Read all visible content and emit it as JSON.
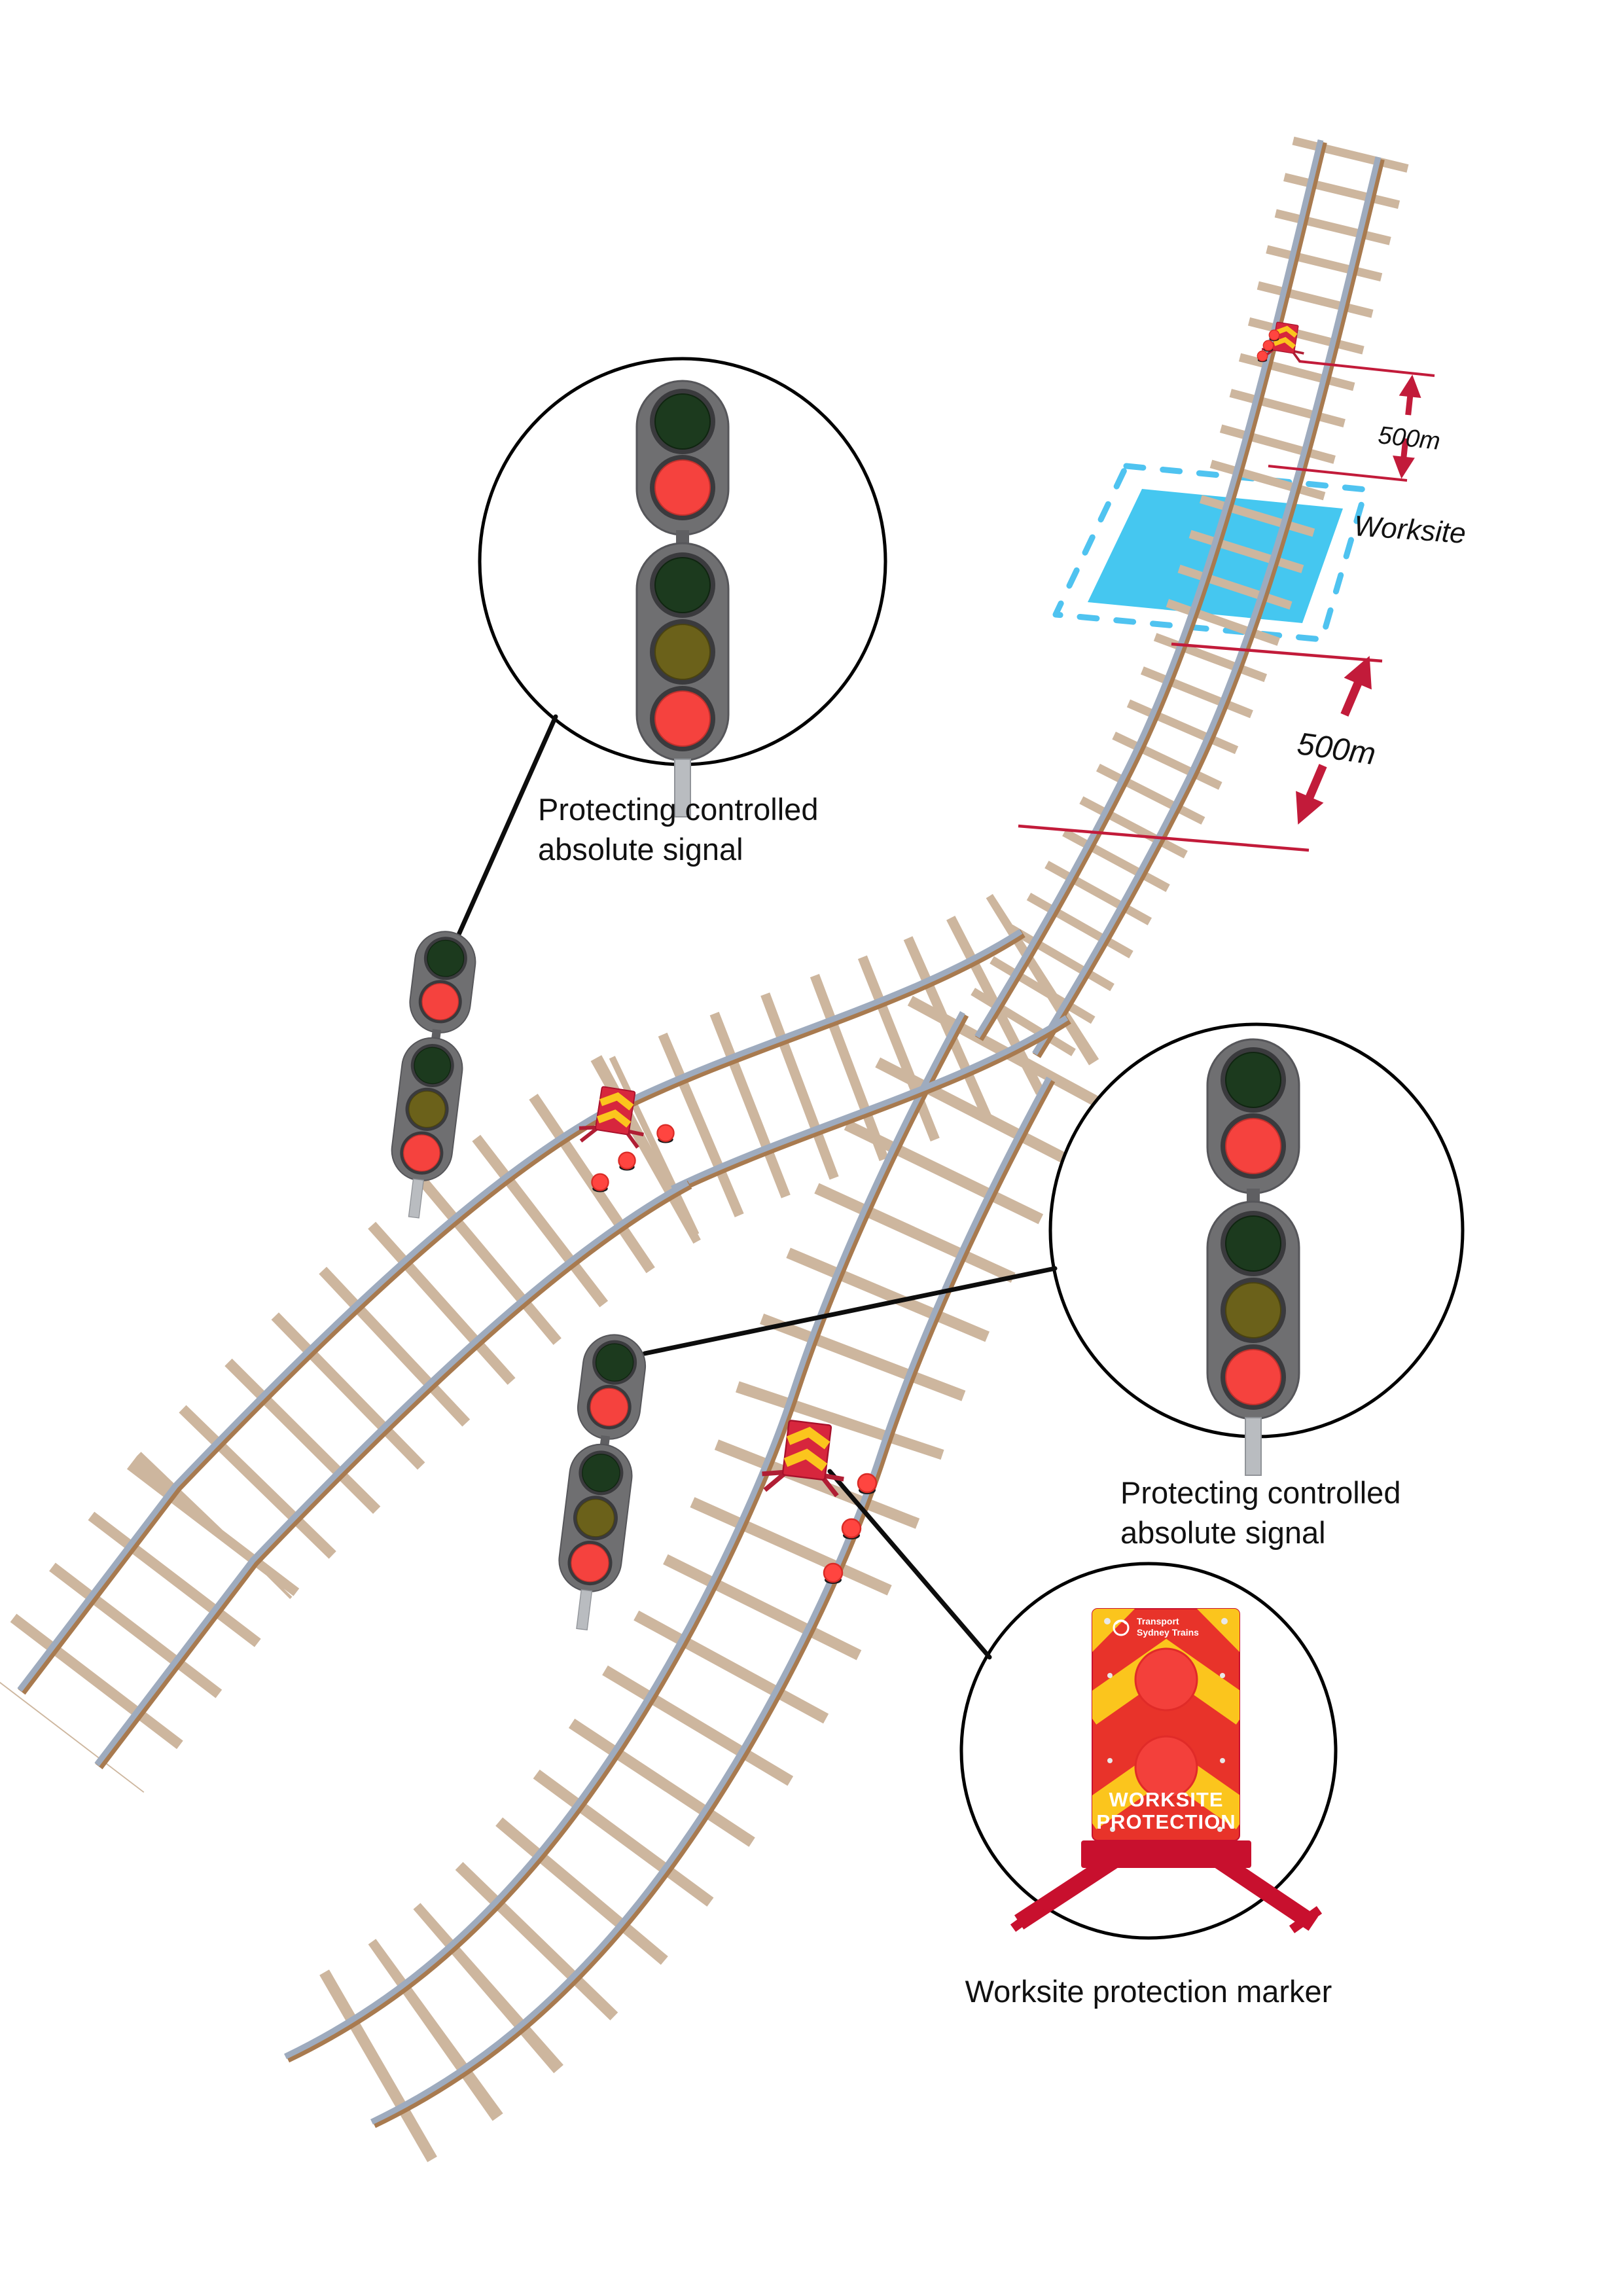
{
  "labels": {
    "signal1": "Protecting controlled absolute signal",
    "signal2": "Protecting controlled absolute signal",
    "marker": "Worksite protection marker",
    "worksite": "Worksite",
    "distance_top": "500m",
    "distance_bottom": "500m"
  },
  "sign": {
    "brand1": "Transport",
    "brand2": "Sydney Trains",
    "title1": "WORKSITE",
    "title2": "PROTECTION"
  },
  "colors": {
    "dimension_red": "#C21B3A",
    "worksite_fill": "#45C7F0",
    "worksite_border": "#4FC3F0",
    "rail_steel": "#9EABBE",
    "rail_base": "#A87A4F",
    "sleeper": "#CDB69E",
    "signal_housing": "#6F6F71",
    "signal_red_lit": "#F5423E",
    "signal_green_off": "#1C3A1E",
    "signal_yellow_off": "#6B611A",
    "marker_red": "#D7263D",
    "marker_yellow": "#FBC51D",
    "leader_black": "#0D0D0D"
  }
}
